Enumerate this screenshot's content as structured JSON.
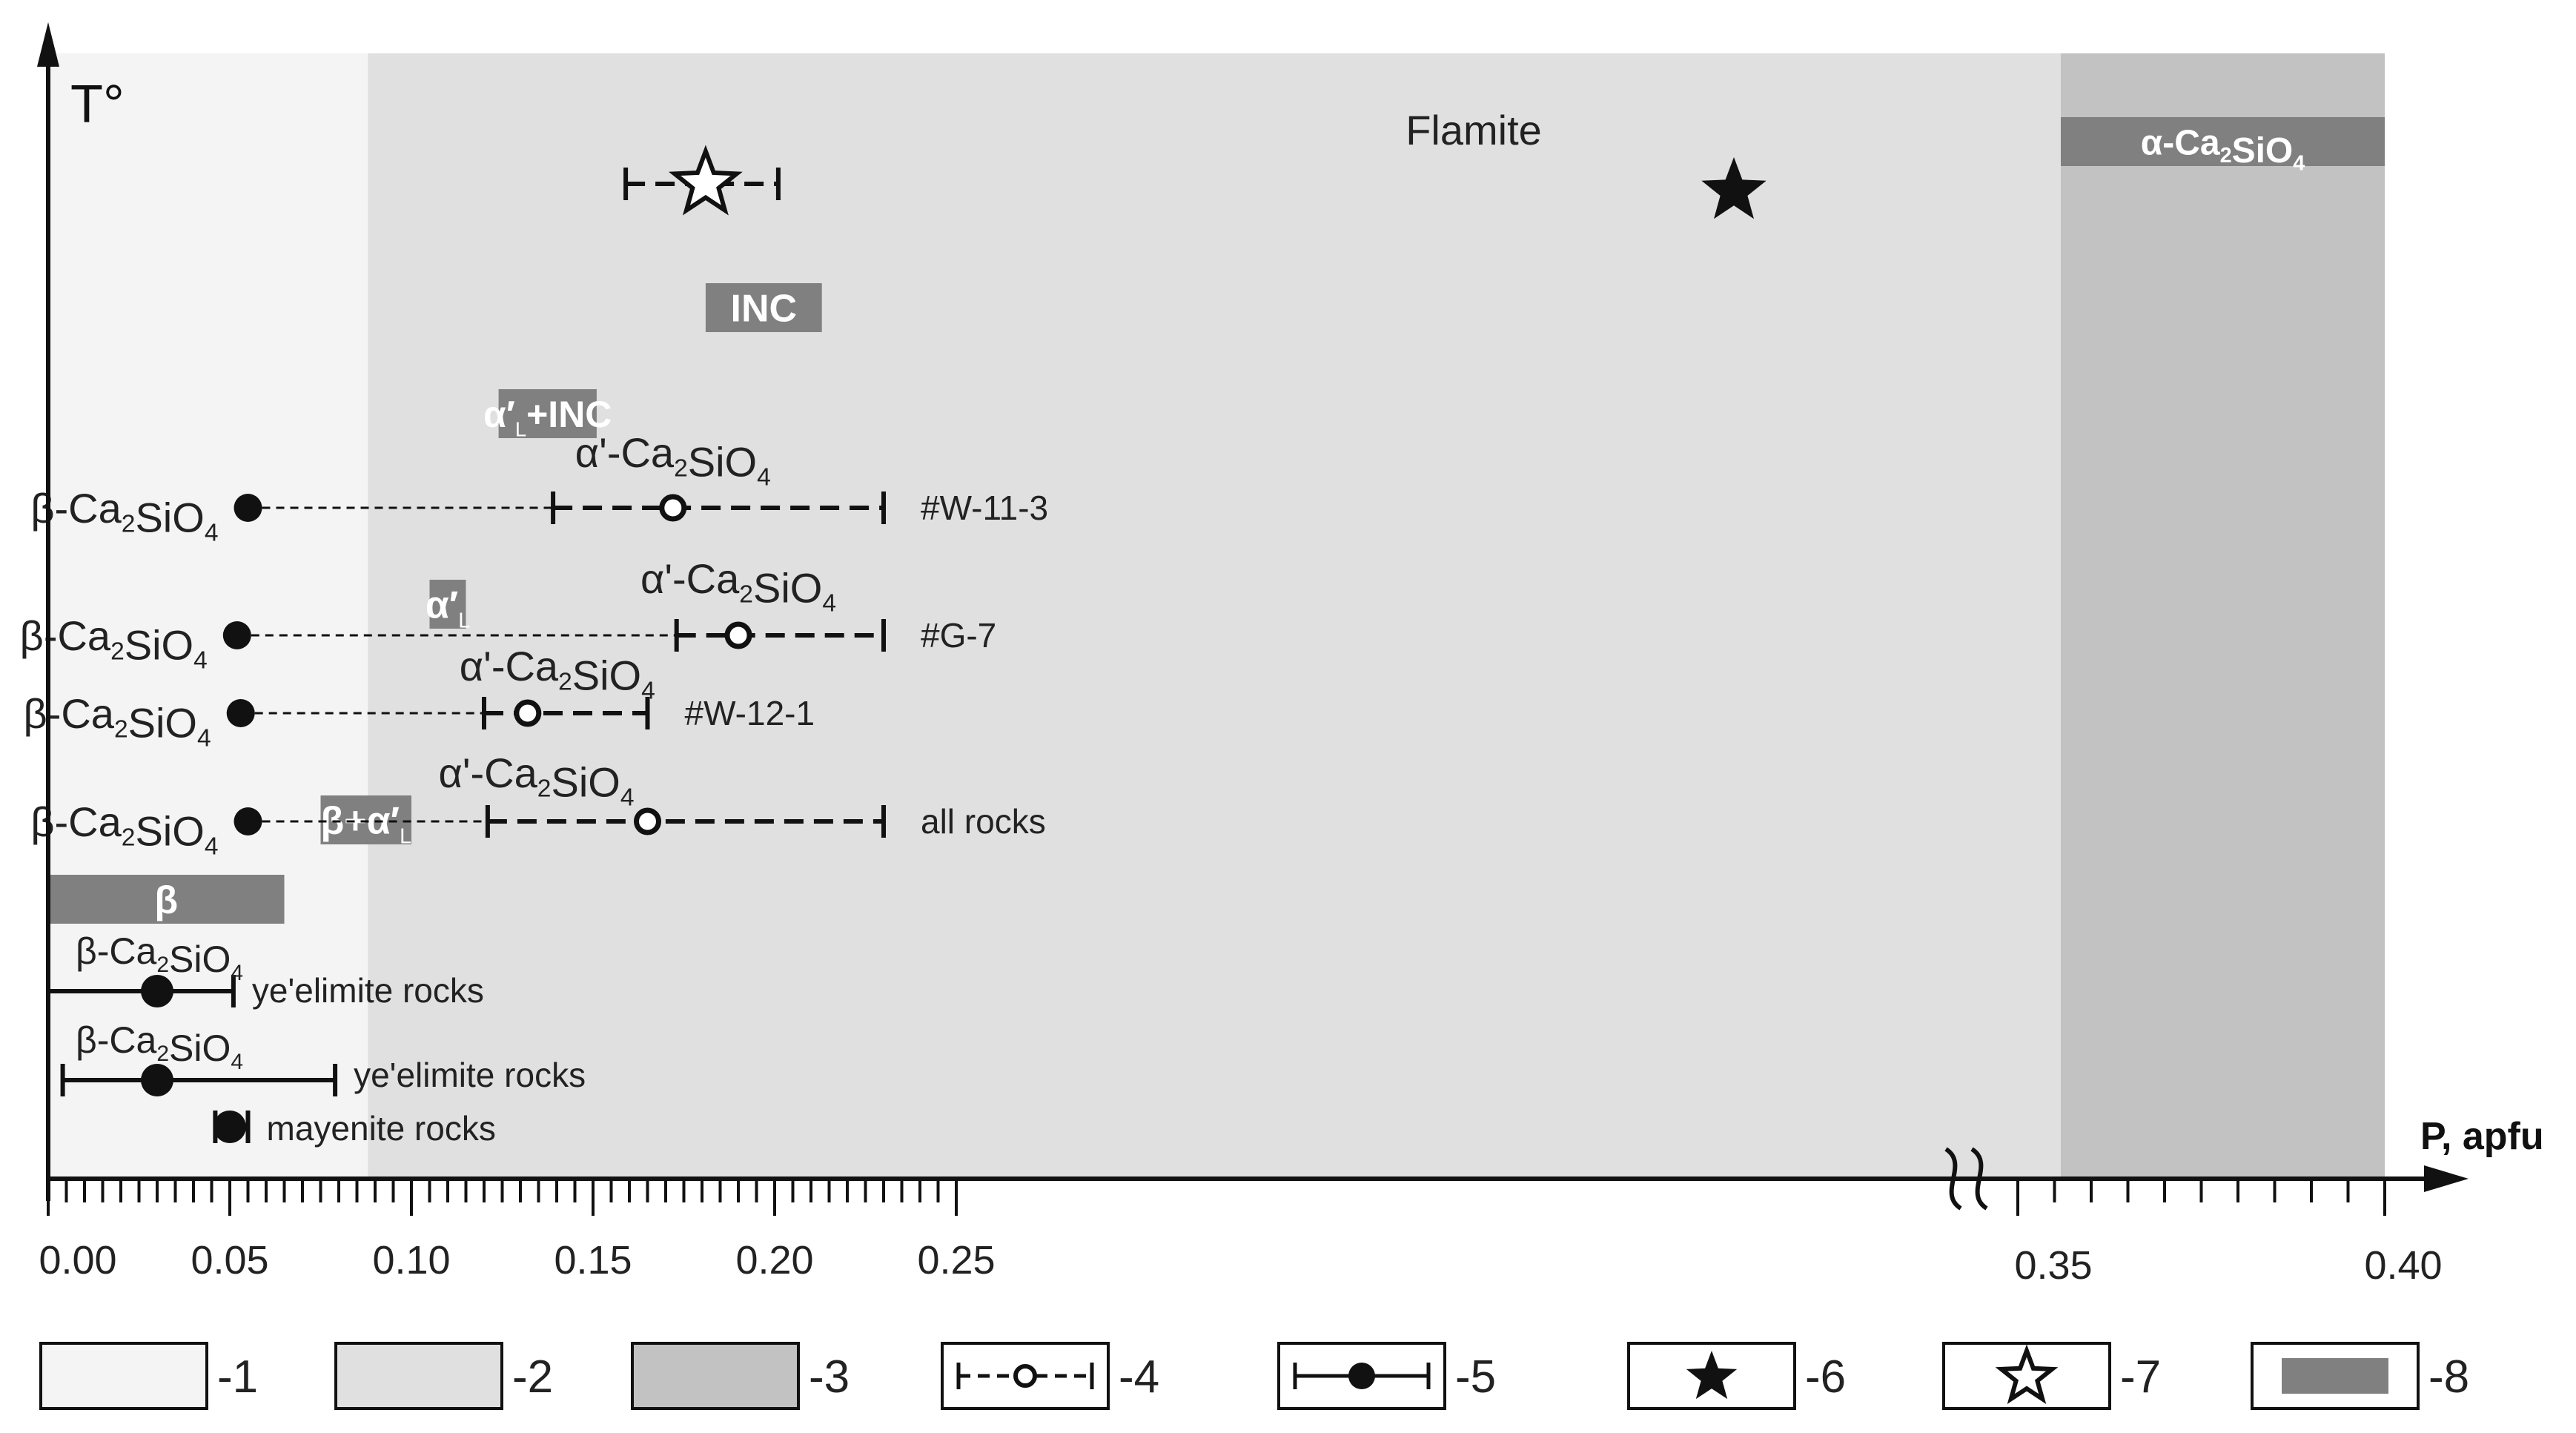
{
  "chart_data": {
    "type": "range",
    "x_axis": {
      "label": "P, apfu",
      "ticks_left": [
        "0.00",
        "0.05",
        "0.10",
        "0.15",
        "0.20",
        "0.25"
      ],
      "ticks_right": [
        "0.35",
        "0.40"
      ],
      "break_between": [
        0.25,
        0.35
      ],
      "xlim": [
        0.0,
        0.4
      ]
    },
    "y_axis": {
      "label": "T°"
    },
    "zones": [
      {
        "legend": "-1",
        "from": 0.0,
        "to": 0.088,
        "color": "#f4f4f4"
      },
      {
        "legend": "-2",
        "from": 0.088,
        "to": 0.35,
        "color": "#e0e0e0"
      },
      {
        "legend": "-3",
        "from": 0.35,
        "to": 0.4,
        "color": "#c2c2c2"
      }
    ],
    "phase_boxes": [
      {
        "label": "α-Ca2SiO4",
        "main": "α-Ca",
        "sub": "2",
        "rest": "SiO",
        "sub2": "4",
        "from": 0.35,
        "to": 0.4
      },
      {
        "label": "INC",
        "from": 0.181,
        "to": 0.213
      },
      {
        "label": "α′L+INC",
        "from": 0.124,
        "to": 0.151
      },
      {
        "label": "α′L",
        "from": 0.105,
        "to": 0.115
      },
      {
        "label": "β+α′L",
        "from": 0.075,
        "to": 0.1
      },
      {
        "label": "β",
        "from": 0.0,
        "to": 0.065
      }
    ],
    "series": [
      {
        "sample": "#W-11-3",
        "beta": {
          "x": 0.055,
          "label": "β-Ca2SiO4"
        },
        "alpha": {
          "x": 0.172,
          "min": 0.139,
          "max": 0.23,
          "label": "α'-Ca2SiO4"
        }
      },
      {
        "sample": "#G-7",
        "beta": {
          "x": 0.052,
          "label": "β-Ca2SiO4"
        },
        "alpha": {
          "x": 0.19,
          "min": 0.173,
          "max": 0.23,
          "label": "α'-Ca2SiO4"
        }
      },
      {
        "sample": "#W-12-1",
        "beta": {
          "x": 0.053,
          "label": "β-Ca2SiO4"
        },
        "alpha": {
          "x": 0.132,
          "min": 0.12,
          "max": 0.165,
          "label": "α'-Ca2SiO4"
        }
      },
      {
        "sample": "all rocks",
        "beta": {
          "x": 0.055,
          "label": "β-Ca2SiO4"
        },
        "alpha": {
          "x": 0.165,
          "min": 0.121,
          "max": 0.23,
          "label": "α'-Ca2SiO4"
        }
      }
    ],
    "beta_ranges": [
      {
        "label": "β-Ca2SiO4",
        "note": "ye'elimite rocks",
        "x": 0.03,
        "min": 0.0,
        "max": 0.051
      },
      {
        "label": "β-Ca2SiO4",
        "note": "ye'elimite rocks",
        "x": 0.03,
        "min": 0.004,
        "max": 0.079
      },
      {
        "label": "",
        "note": "mayenite rocks",
        "x": 0.05,
        "min": 0.046,
        "max": 0.055
      }
    ],
    "flamite": {
      "label": "Flamite",
      "x": 0.181,
      "min": 0.159,
      "max": 0.201
    },
    "black_star": {
      "x": 0.26
    },
    "legend": [
      "-1",
      "-2",
      "-3",
      "-4",
      "-5",
      "-6",
      "-7",
      "-8"
    ]
  }
}
